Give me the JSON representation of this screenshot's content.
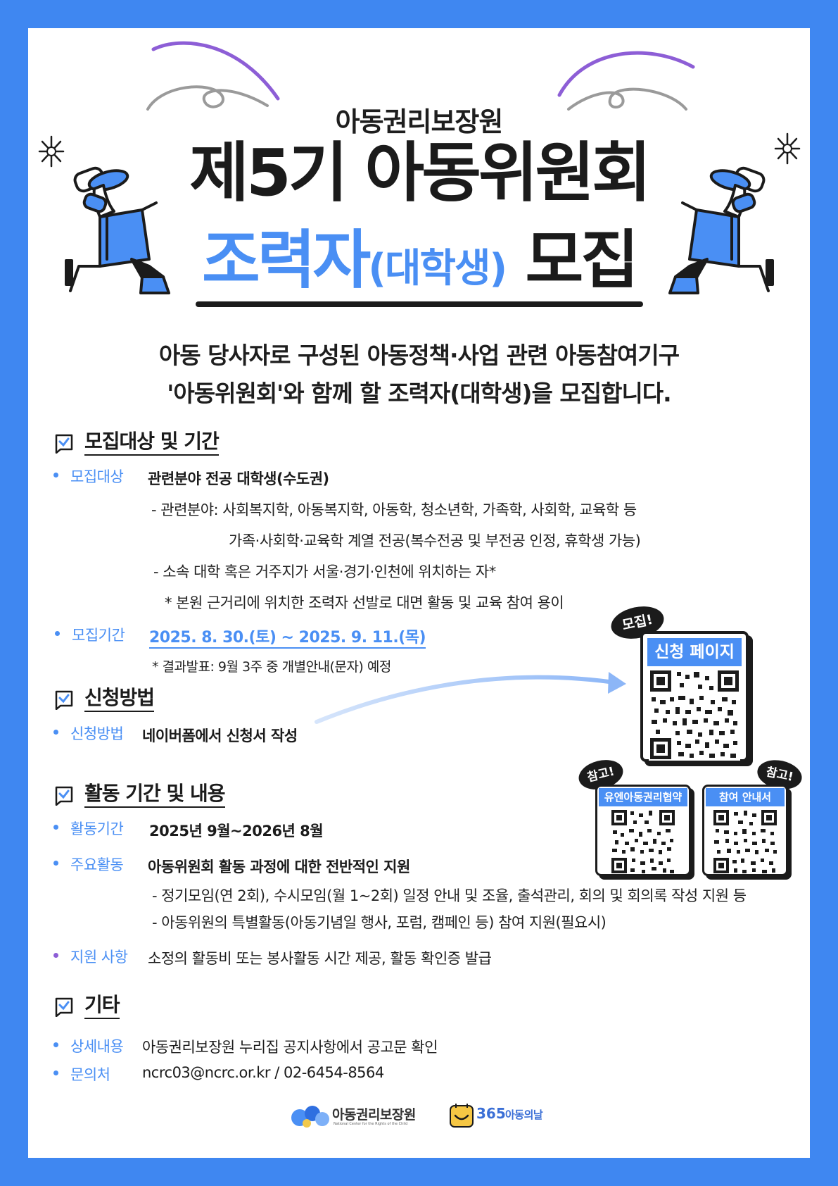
{
  "header": {
    "org": "아동권리보장원",
    "title_line1": "제5기 아동위원회",
    "title_line2_main": "조력자",
    "title_line2_paren": "(대학생)",
    "title_line2_end": "모집"
  },
  "intro": {
    "line1": "아동 당사자로 구성된 아동정책·사업 관련 아동참여기구",
    "line2": "'아동위원회'와 함께 할 조력자(대학생)을 모집합니다."
  },
  "sections": {
    "target": {
      "title": "모집대상 및 기간",
      "target_label": "모집대상",
      "target_value": "관련분야 전공 대학생(수도권)",
      "detail1": "- 관련분야: 사회복지학, 아동복지학, 아동학, 청소년학, 가족학, 사회학, 교육학 등",
      "detail2": "가족·사회학·교육학 계열 전공(복수전공 및 부전공 인정, 휴학생 가능)",
      "detail3": "- 소속 대학 혹은 거주지가 서울·경기·인천에 위치하는 자*",
      "detail4": "* 본원 근거리에 위치한 조력자 선발로 대면 활동 및 교육 참여 용이",
      "period_label": "모집기간",
      "period_value": "2025. 8. 30.(토) ~ 2025. 9. 11.(목)",
      "period_note": "* 결과발표: 9월 3주 중 개별안내(문자) 예정"
    },
    "apply": {
      "title": "신청방법",
      "label": "신청방법",
      "value": "네이버폼에서 신청서 작성"
    },
    "activity": {
      "title": "활동 기간 및 내용",
      "period_label": "활동기간",
      "period_value": "2025년 9월~2026년 8월",
      "main_label": "주요활동",
      "main_value": "아동위원회 활동 과정에 대한 전반적인 지원",
      "detail1": "- 정기모임(연 2회), 수시모임(월 1~2회) 일정 안내 및 조율, 출석관리, 회의 및 회의록 작성 지원 등",
      "detail2": "- 아동위원의 특별활동(아동기념일 행사, 포럼, 캠페인 등) 참여 지원(필요시)",
      "support_label": "지원 사항",
      "support_value": "소정의 활동비 또는 봉사활동 시간 제공, 활동 확인증 발급"
    },
    "etc": {
      "title": "기타",
      "detail_label": "상세내용",
      "detail_value": "아동권리보장원 누리집 공지사항에서 공고문 확인",
      "contact_label": "문의처",
      "contact_value": "ncrc03@ncrc.or.kr / 02-6454-8564"
    }
  },
  "qr": {
    "main_badge": "모집!",
    "main_title": "신청 페이지",
    "ref_badge_left": "참고!",
    "ref_badge_right": "참고!",
    "ref1_title": "유엔아동권리협약",
    "ref2_title": "참여 안내서"
  },
  "footer": {
    "logo1_name": "아동권리보장원",
    "logo1_sub": "National Center for the Rights of the Child",
    "logo2_num": "365",
    "logo2_text": "아동의날"
  },
  "colors": {
    "frame": "#3f87f1",
    "accent": "#4a8ff4",
    "dark": "#1b1b1b",
    "purple": "#8d5ed6"
  }
}
